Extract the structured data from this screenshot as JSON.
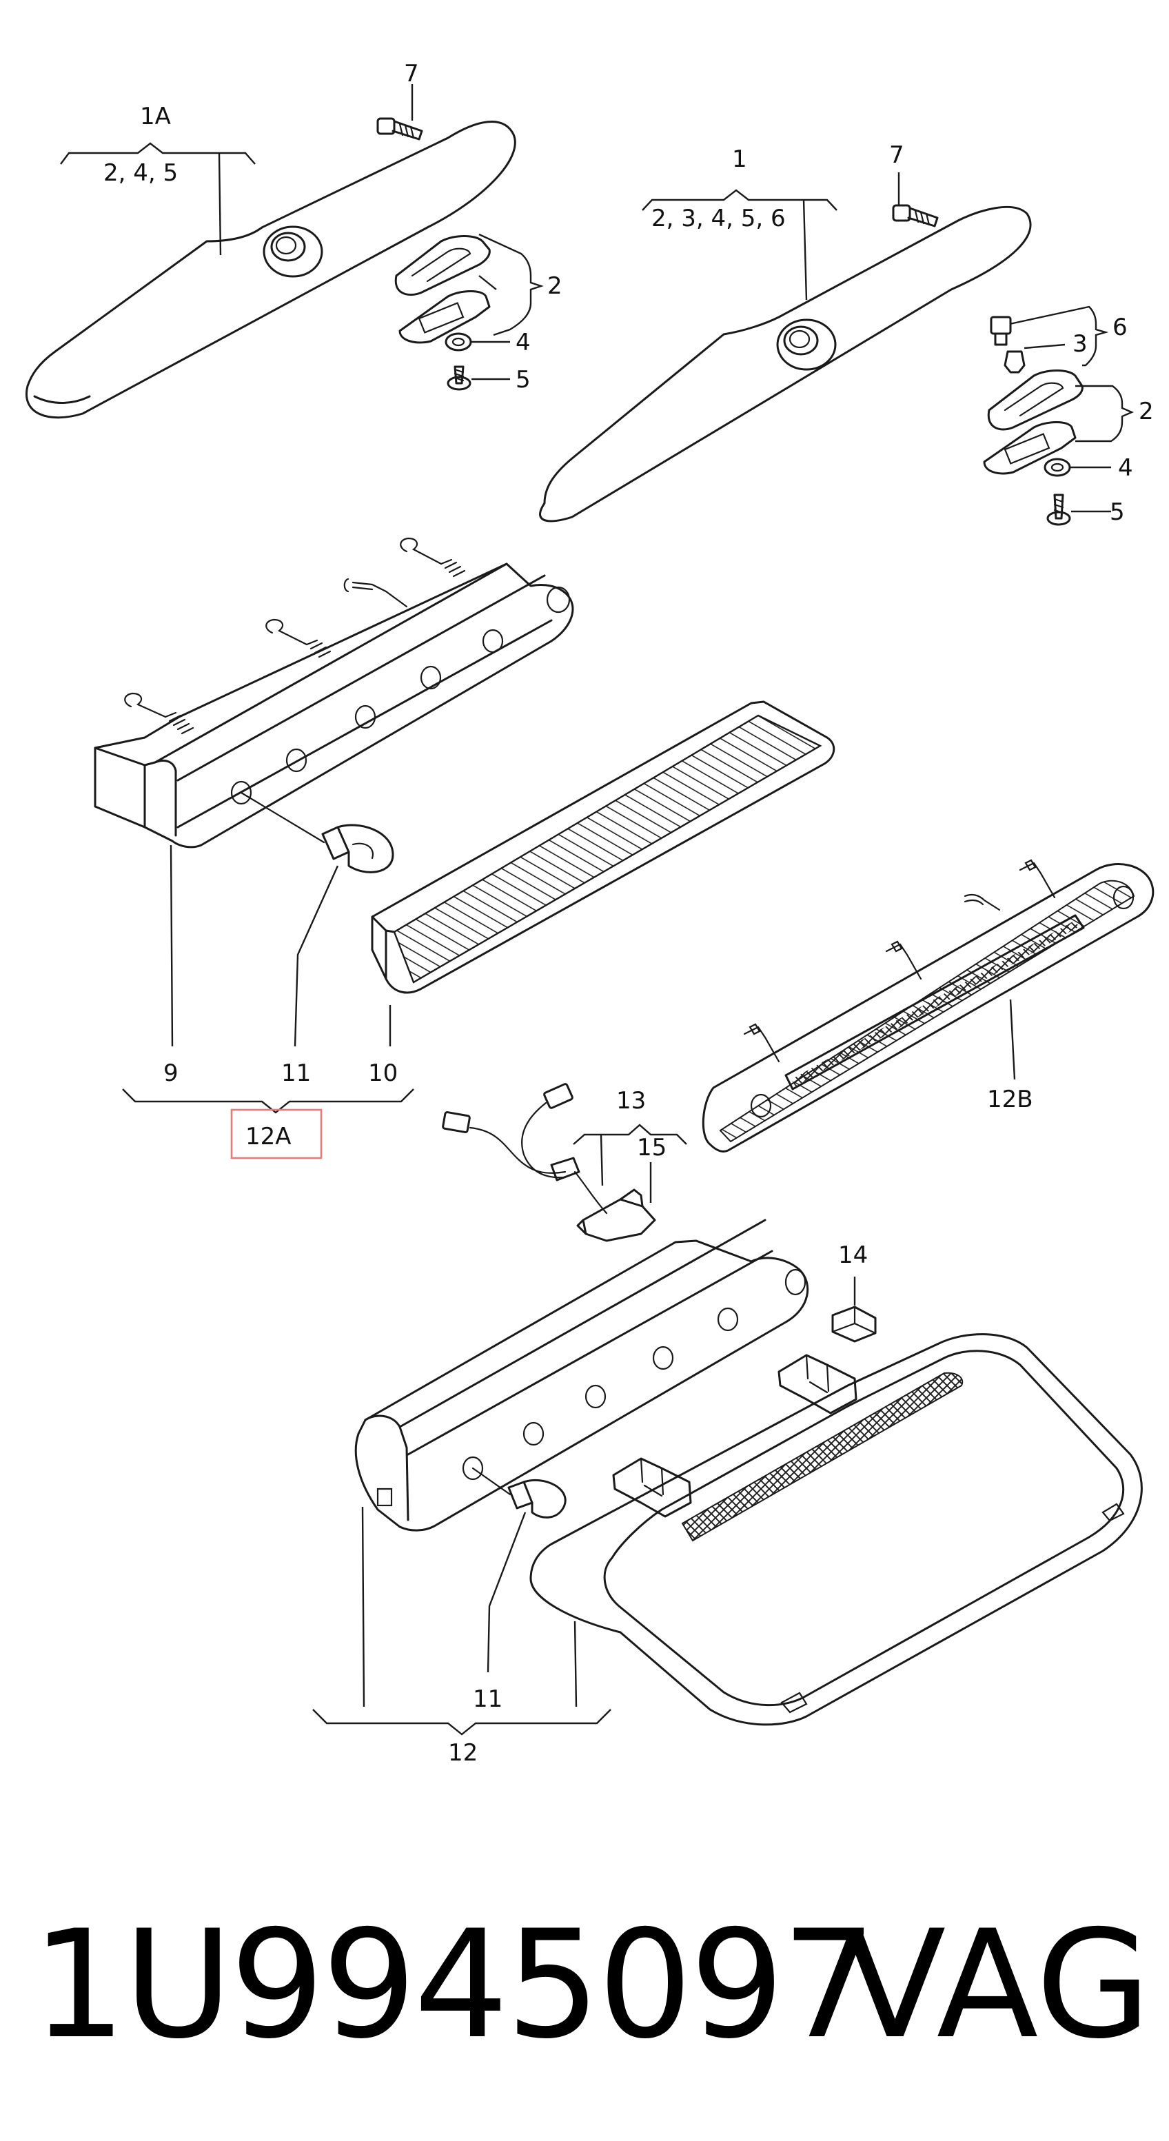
{
  "diagram": {
    "labels": {
      "top_left_assembly": "1A",
      "top_left_includes": "2, 4, 5",
      "top_left_bolt": "7",
      "top_left_frame": "2",
      "top_left_washer": "4",
      "top_left_screw": "5",
      "top_right_assembly": "1",
      "top_right_includes": "2, 3, 4, 5, 6",
      "top_right_bolt": "7",
      "top_right_bracket": "6",
      "top_right_socket": "3",
      "top_right_frame": "2",
      "top_right_washer": "4",
      "top_right_screw": "5",
      "lamp_housing": "9",
      "lamp_bulb": "11",
      "lamp_lens": "10",
      "lamp_assembly_highlighted": "12A",
      "wiring_harness": "13",
      "wiring_connector": "15",
      "led_lamp": "12B",
      "clip": "14",
      "bottom_bulb": "11",
      "bottom_assembly": "12"
    },
    "highlight_color": "#e87a7a"
  },
  "footer": {
    "part_number": "1U9945097",
    "brand": "VAG"
  }
}
